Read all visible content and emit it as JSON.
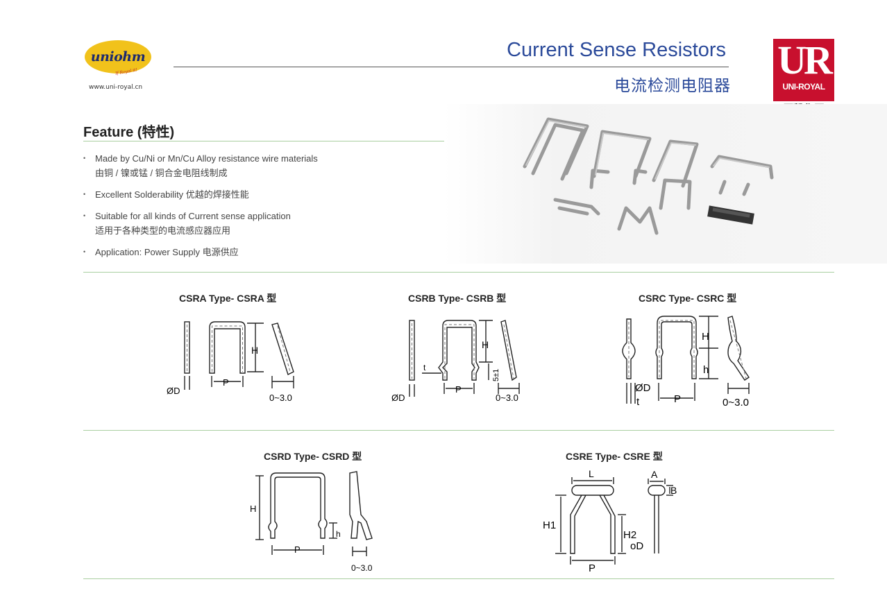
{
  "header": {
    "logo_text": "uniohm",
    "logo_slogan": "If Royal it!",
    "website": "www.uni-royal.cn",
    "title_en": "Current Sense Resistors",
    "title_zh": "电流检测电阻器",
    "brand_mark": "UR",
    "brand_name": "UNI-ROYAL",
    "brand_cn": "厚聲集團"
  },
  "feature": {
    "heading": "Feature (特性)",
    "items": [
      {
        "en": "Made by Cu/Ni or Mn/Cu Alloy resistance wire materials",
        "zh": "由铜 / 镍或锰 / 铜合金电阻线制成"
      },
      {
        "en": "Excellent Solderability 优越的焊接性能",
        "zh": ""
      },
      {
        "en": "Suitable for all kinds of Current sense application",
        "zh": "适用于各种类型的电流感应器应用"
      },
      {
        "en": "Application: Power Supply 电源供应",
        "zh": ""
      }
    ]
  },
  "types": {
    "csra": {
      "title": "CSRA Type- CSRA 型",
      "h": "H",
      "d": "ØD",
      "p": "P",
      "range": "0~3.0"
    },
    "csrb": {
      "title": "CSRB Type- CSRB 型",
      "h": "H",
      "t": "t",
      "d": "ØD",
      "p": "P",
      "five": "5±1",
      "range": "0~3.0"
    },
    "csrc": {
      "title": "CSRC Type- CSRC 型",
      "h_upper": "H",
      "h_lower": "h",
      "d": "ØD",
      "t": "t",
      "p": "P",
      "range": "0~3.0"
    },
    "csrd": {
      "title": "CSRD Type- CSRD 型",
      "h_upper": "H",
      "h_lower": "h",
      "p": "P",
      "range": "0~3.0"
    },
    "csre": {
      "title": "CSRE Type- CSRE 型",
      "l": "L",
      "a": "A",
      "b": "B",
      "h1": "H1",
      "h2": "H2",
      "od": "oD",
      "p": "P"
    }
  },
  "colors": {
    "title_blue": "#2b4a9a",
    "brand_red": "#c8102e",
    "logo_yellow": "#f1c21b",
    "rule_green": "#a9cfa0"
  }
}
